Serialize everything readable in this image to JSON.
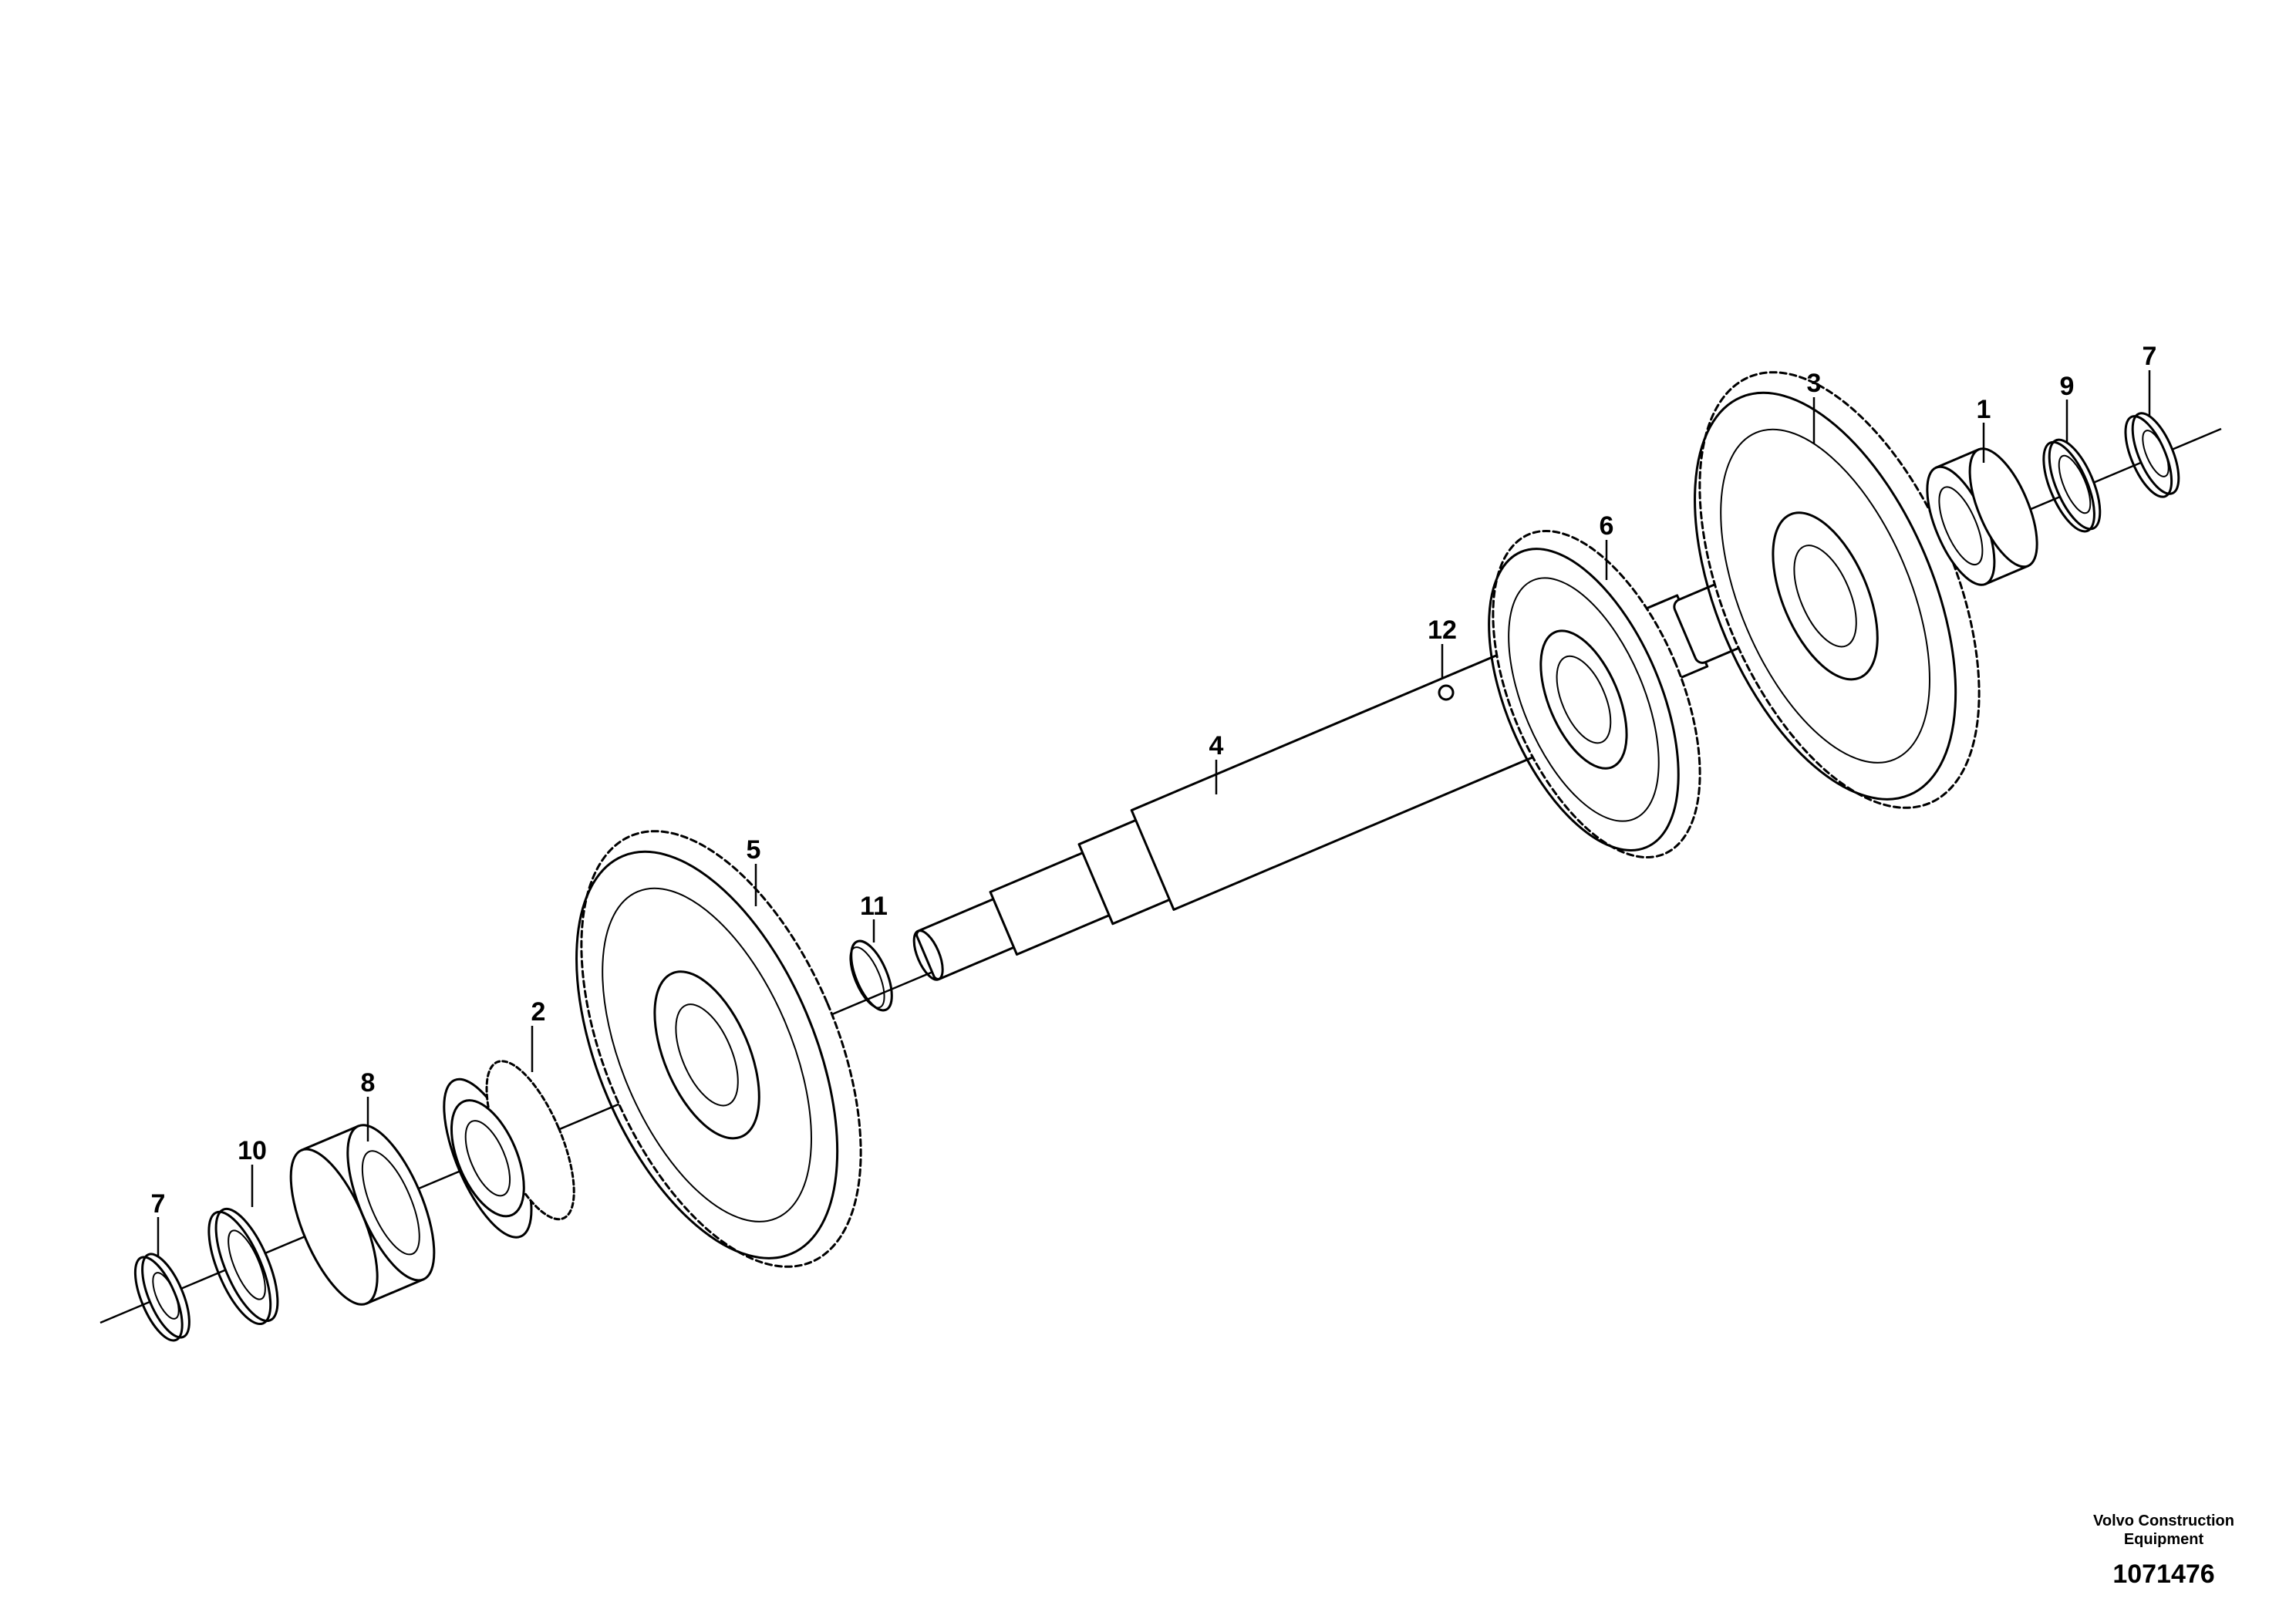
{
  "diagram": {
    "callouts": [
      {
        "id": "1",
        "label": "1"
      },
      {
        "id": "2",
        "label": "2"
      },
      {
        "id": "3",
        "label": "3"
      },
      {
        "id": "4",
        "label": "4"
      },
      {
        "id": "5",
        "label": "5"
      },
      {
        "id": "6",
        "label": "6"
      },
      {
        "id": "7a",
        "label": "7"
      },
      {
        "id": "7b",
        "label": "7"
      },
      {
        "id": "8",
        "label": "8"
      },
      {
        "id": "9",
        "label": "9"
      },
      {
        "id": "10",
        "label": "10"
      },
      {
        "id": "11",
        "label": "11"
      },
      {
        "id": "12",
        "label": "12"
      }
    ]
  },
  "footer": {
    "manufacturer_line1": "Volvo Construction",
    "manufacturer_line2": "Equipment",
    "drawing_number": "1071476"
  }
}
